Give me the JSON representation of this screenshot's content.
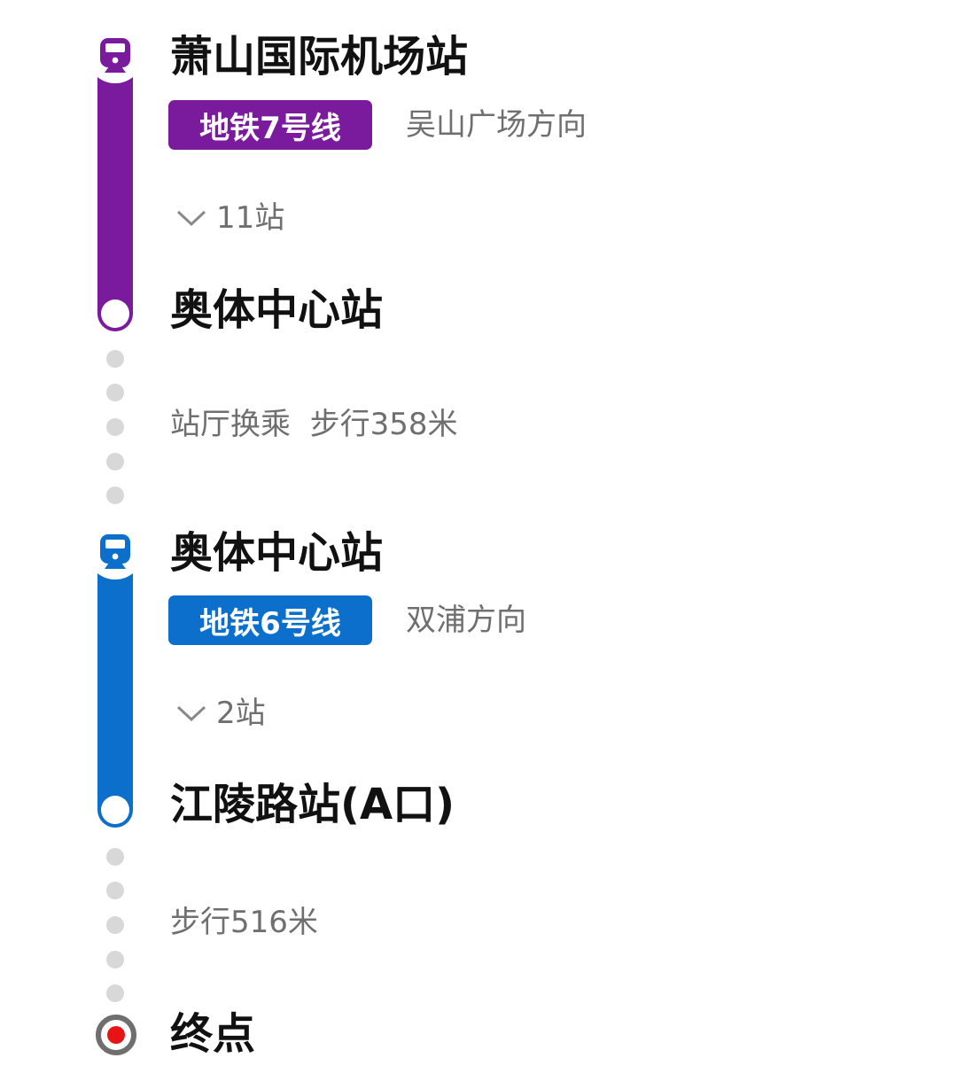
{
  "colors": {
    "line7": "#7a1a9c",
    "line6": "#0b6fcb",
    "walk_dot": "#d8d8d8",
    "secondary_text": "#6f6f6f",
    "destination_red": "#e61414"
  },
  "segments": [
    {
      "icon": "train-icon",
      "board_station": "萧山国际机场站",
      "line_label": "地铁7号线",
      "direction": "吴山广场方向",
      "stops": "11站",
      "alight_station": "奥体中心站"
    },
    {
      "icon": "train-icon",
      "board_station": "奥体中心站",
      "line_label": "地铁6号线",
      "direction": "双浦方向",
      "stops": "2站",
      "alight_station": "江陵路站(A口)"
    }
  ],
  "transfer": {
    "text": "站厅换乘  步行358米"
  },
  "final_walk": {
    "text": "步行516米"
  },
  "destination": {
    "label": "终点"
  }
}
